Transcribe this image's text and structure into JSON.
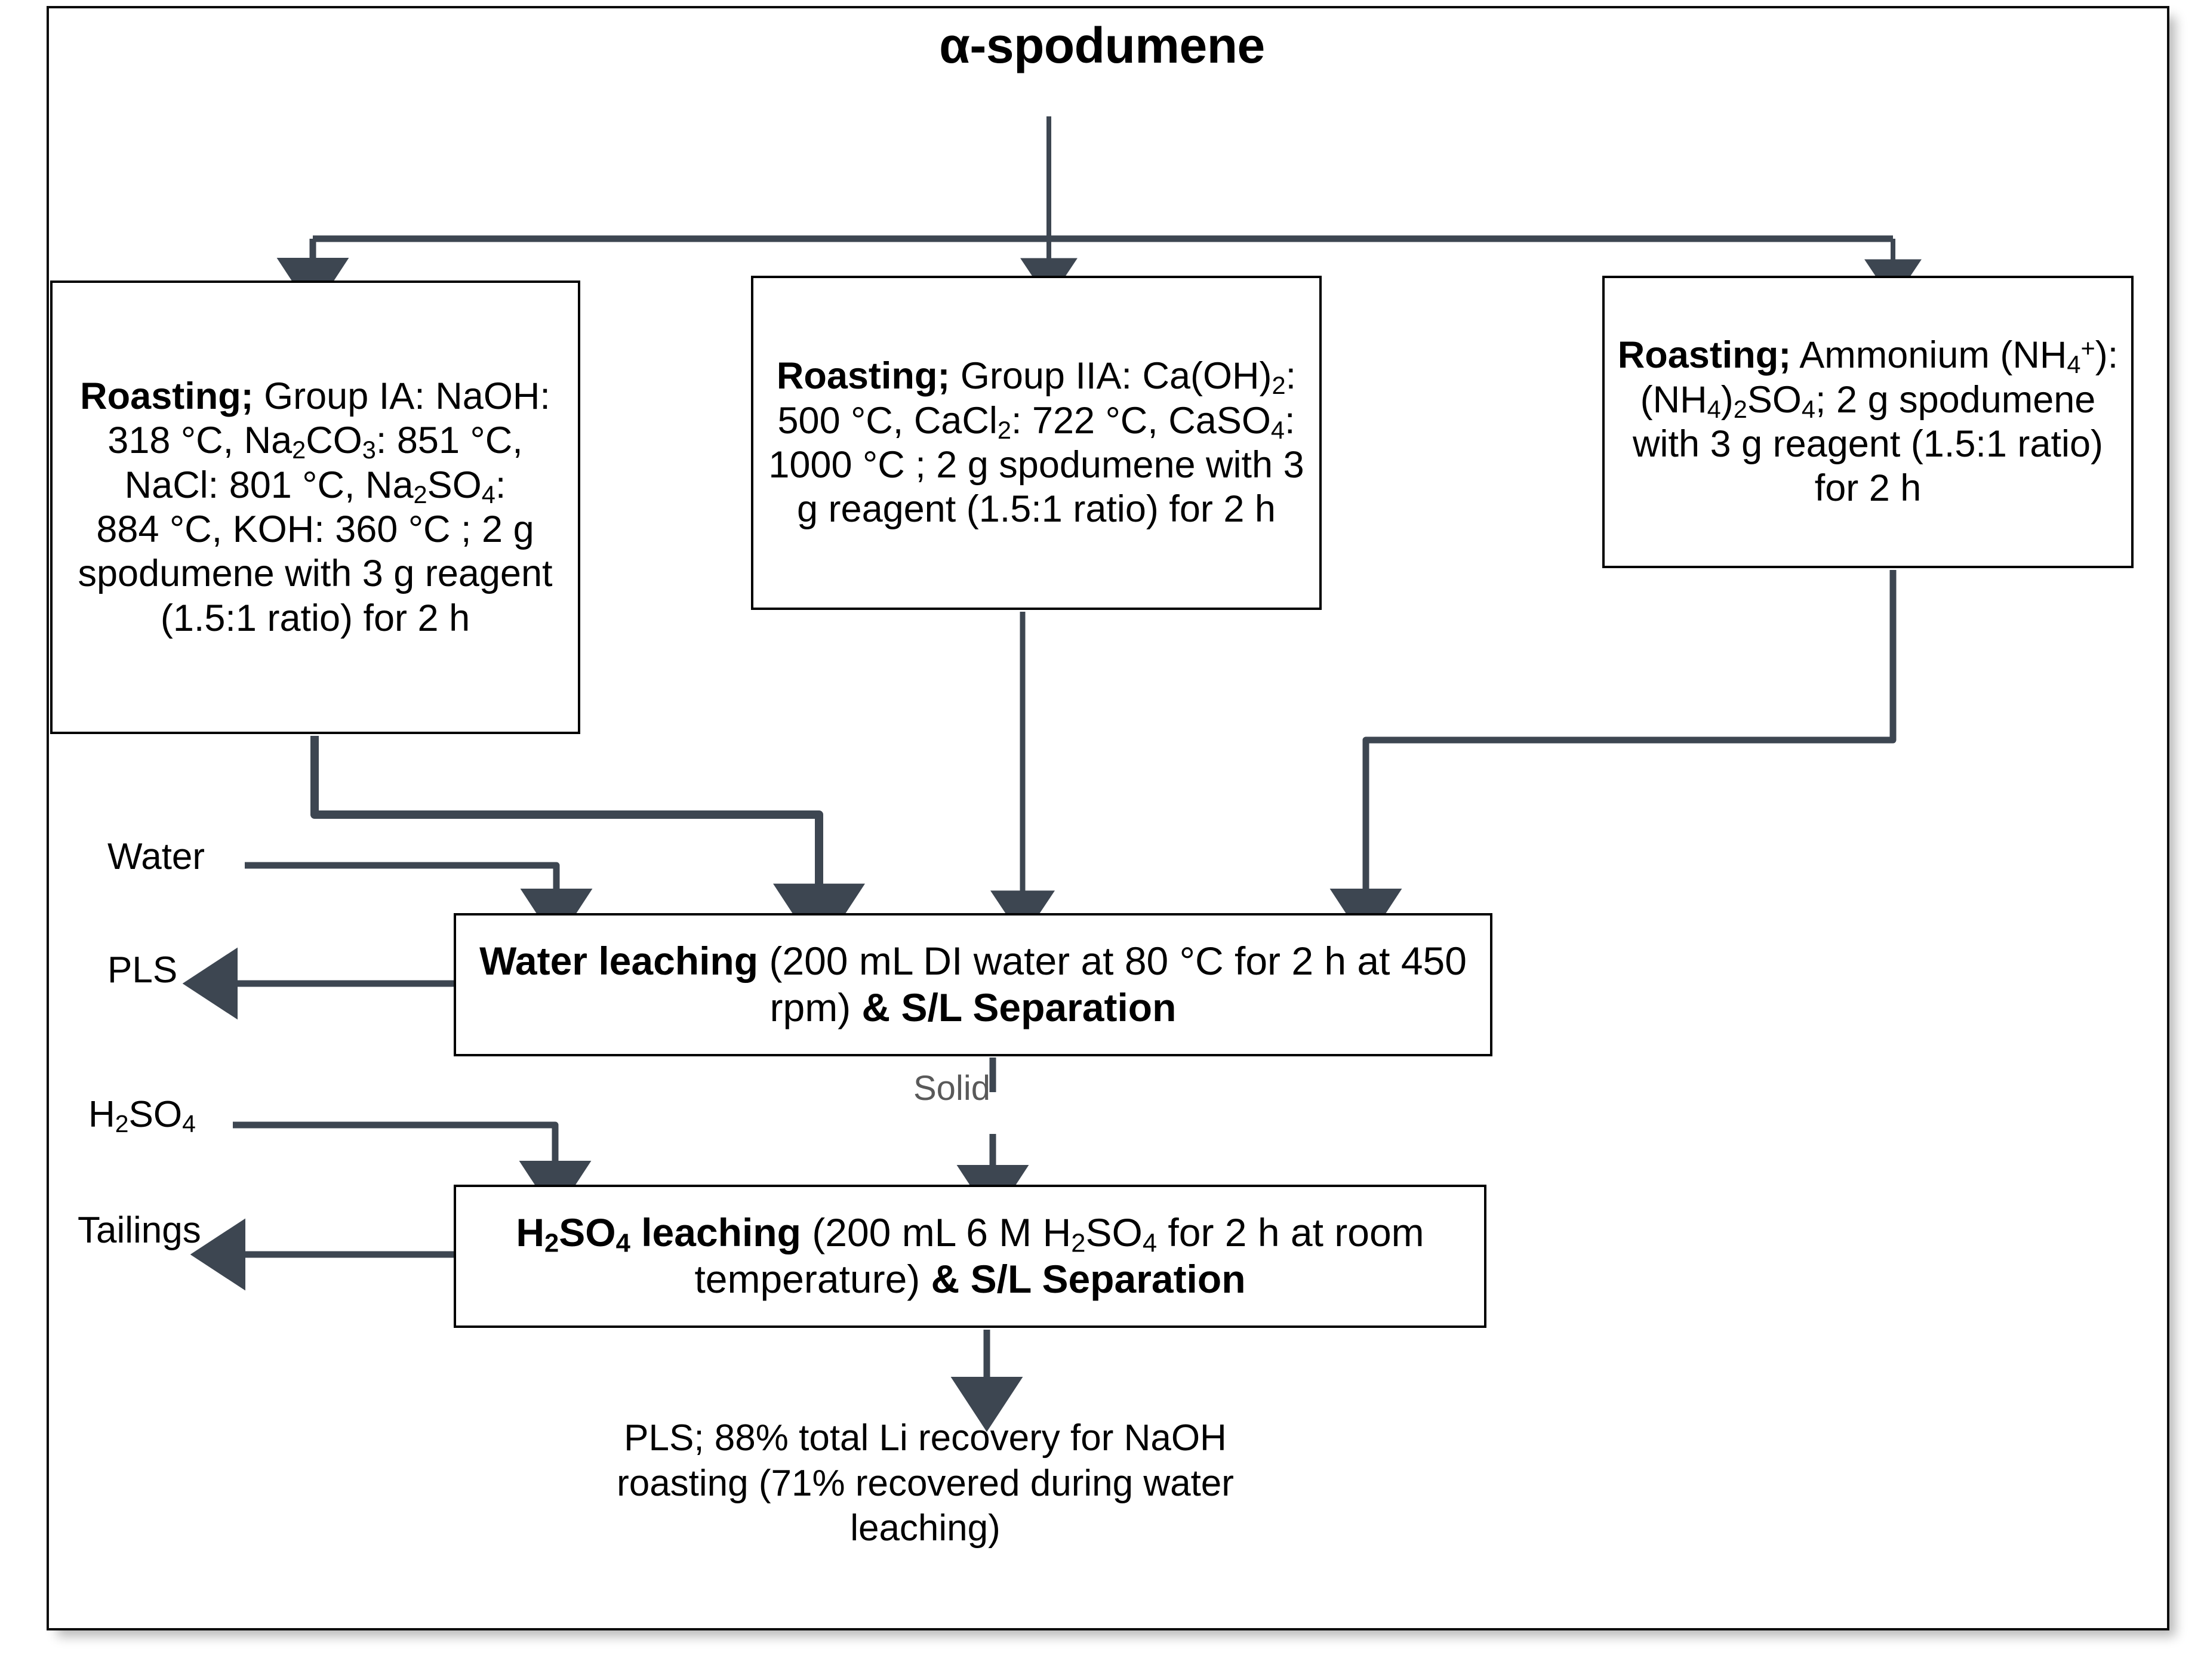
{
  "diagram": {
    "title": "α-spodumene",
    "palette": {
      "connector": "#3d4651",
      "box_border": "#000000",
      "frame_border": "#0d0d0d",
      "solid_label": "#595959",
      "background": "#ffffff"
    },
    "nodes": {
      "roasting_group_ia": {
        "heading": "Roasting;",
        "body": "Group IA: NaOH: 318 °C, Na₂CO₃: 851 °C, NaCl: 801 °C, Na₂SO₄: 884 °C, KOH: 360 °C ; 2 g spodumene with 3 g reagent (1.5:1 ratio) for 2 h"
      },
      "roasting_group_iia": {
        "heading": "Roasting;",
        "body": "Group IIA: Ca(OH)₂: 500 °C, CaCl₂: 722 °C, CaSO₄: 1000 °C ; 2 g spodumene with 3 g reagent (1.5:1 ratio) for 2 h"
      },
      "roasting_ammonium": {
        "heading": "Roasting;",
        "body": "Ammonium (NH₄⁺): (NH₄)₂SO₄; 2 g spodumene with 3 g reagent (1.5:1 ratio) for 2 h"
      },
      "water_leaching": {
        "heading": "Water leaching",
        "conditions": "(200 mL DI water at 80 °C for 2 h at 450 rpm)",
        "suffix": "& S/L Separation"
      },
      "acid_leaching": {
        "heading": "H₂SO₄ leaching",
        "conditions": "(200 mL 6 M H₂SO₄ for 2 h at room temperature)",
        "suffix": "& S/L Separation"
      }
    },
    "labels": {
      "water_input": "Water",
      "pls_output": "PLS",
      "acid_input": "H₂SO₄",
      "tailings_output": "Tailings",
      "solid_stream": "Solid"
    },
    "outcome": "PLS; 88% total Li recovery for NaOH roasting (71% recovered during water leaching)"
  }
}
